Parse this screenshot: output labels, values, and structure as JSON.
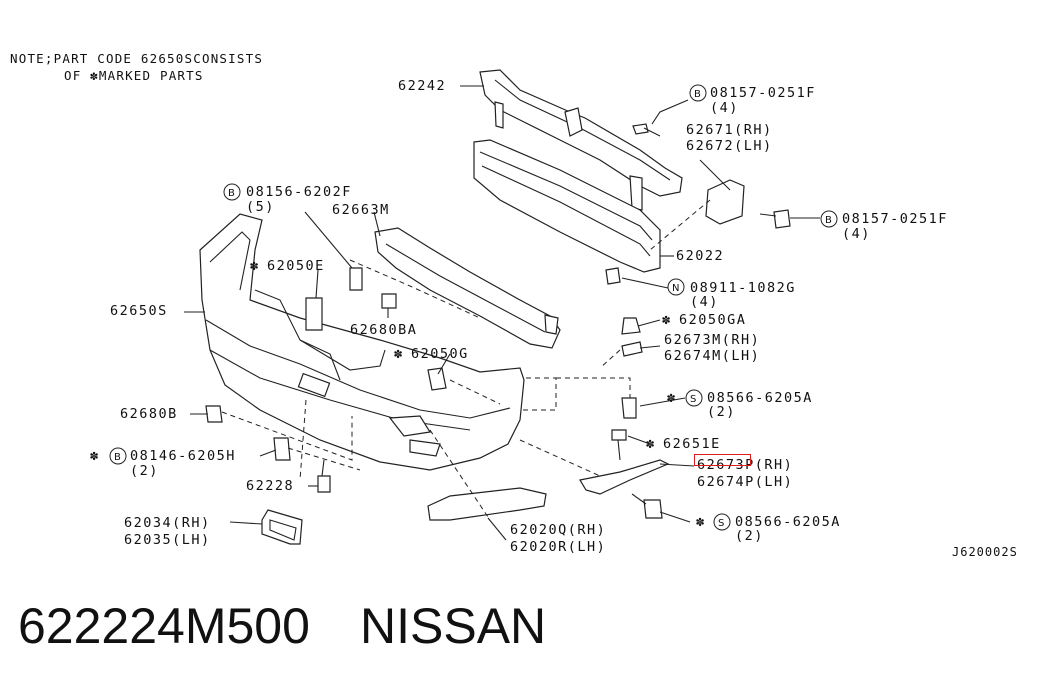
{
  "note": {
    "line1": "NOTE;PART CODE 62650SCONSISTS",
    "line2": "OF ✽MARKED PARTS"
  },
  "labels": {
    "p62242": "62242",
    "b08157_top": "08157-0251F",
    "b08157_top_qty": "(4)",
    "p62671": "62671(RH)",
    "p62672": "62672(LH)",
    "b08156": "08156-6202F",
    "b08156_qty": "(5)",
    "p62663m": "62663M",
    "b08157_right": "08157-0251F",
    "b08157_right_qty": "(4)",
    "p62050e": "62050E",
    "p62022": "62022",
    "n08911": "08911-1082G",
    "n08911_qty": "(4)",
    "p62650s": "62650S",
    "p62680ba": "62680BA",
    "p62050ga": "62050GA",
    "p62673m": "62673M(RH)",
    "p62674m": "62674M(LH)",
    "p62050g": "62050G",
    "s08566_a": "08566-6205A",
    "s08566_a_qty": "(2)",
    "p62680b": "62680B",
    "p62651e": "62651E",
    "b08146": "08146-6205H",
    "b08146_qty": "(2)",
    "p62673p": "62673P(RH)",
    "p62674p": "62674P(LH)",
    "p62228": "62228",
    "s08566_b": "08566-6205A",
    "s08566_b_qty": "(2)",
    "p62034": "62034(RH)",
    "p62035": "62035(LH)",
    "p62020q": "62020Q(RH)",
    "p62020r": "62020R(LH)",
    "ref": "J620002S"
  },
  "circled_letters": {
    "bolt": "B",
    "nut": "N",
    "screw": "S"
  },
  "marker_symbol": "✽",
  "footer": {
    "part_number": "622224M500",
    "brand": "NISSAN"
  },
  "highlight_color": "#e01b1b"
}
